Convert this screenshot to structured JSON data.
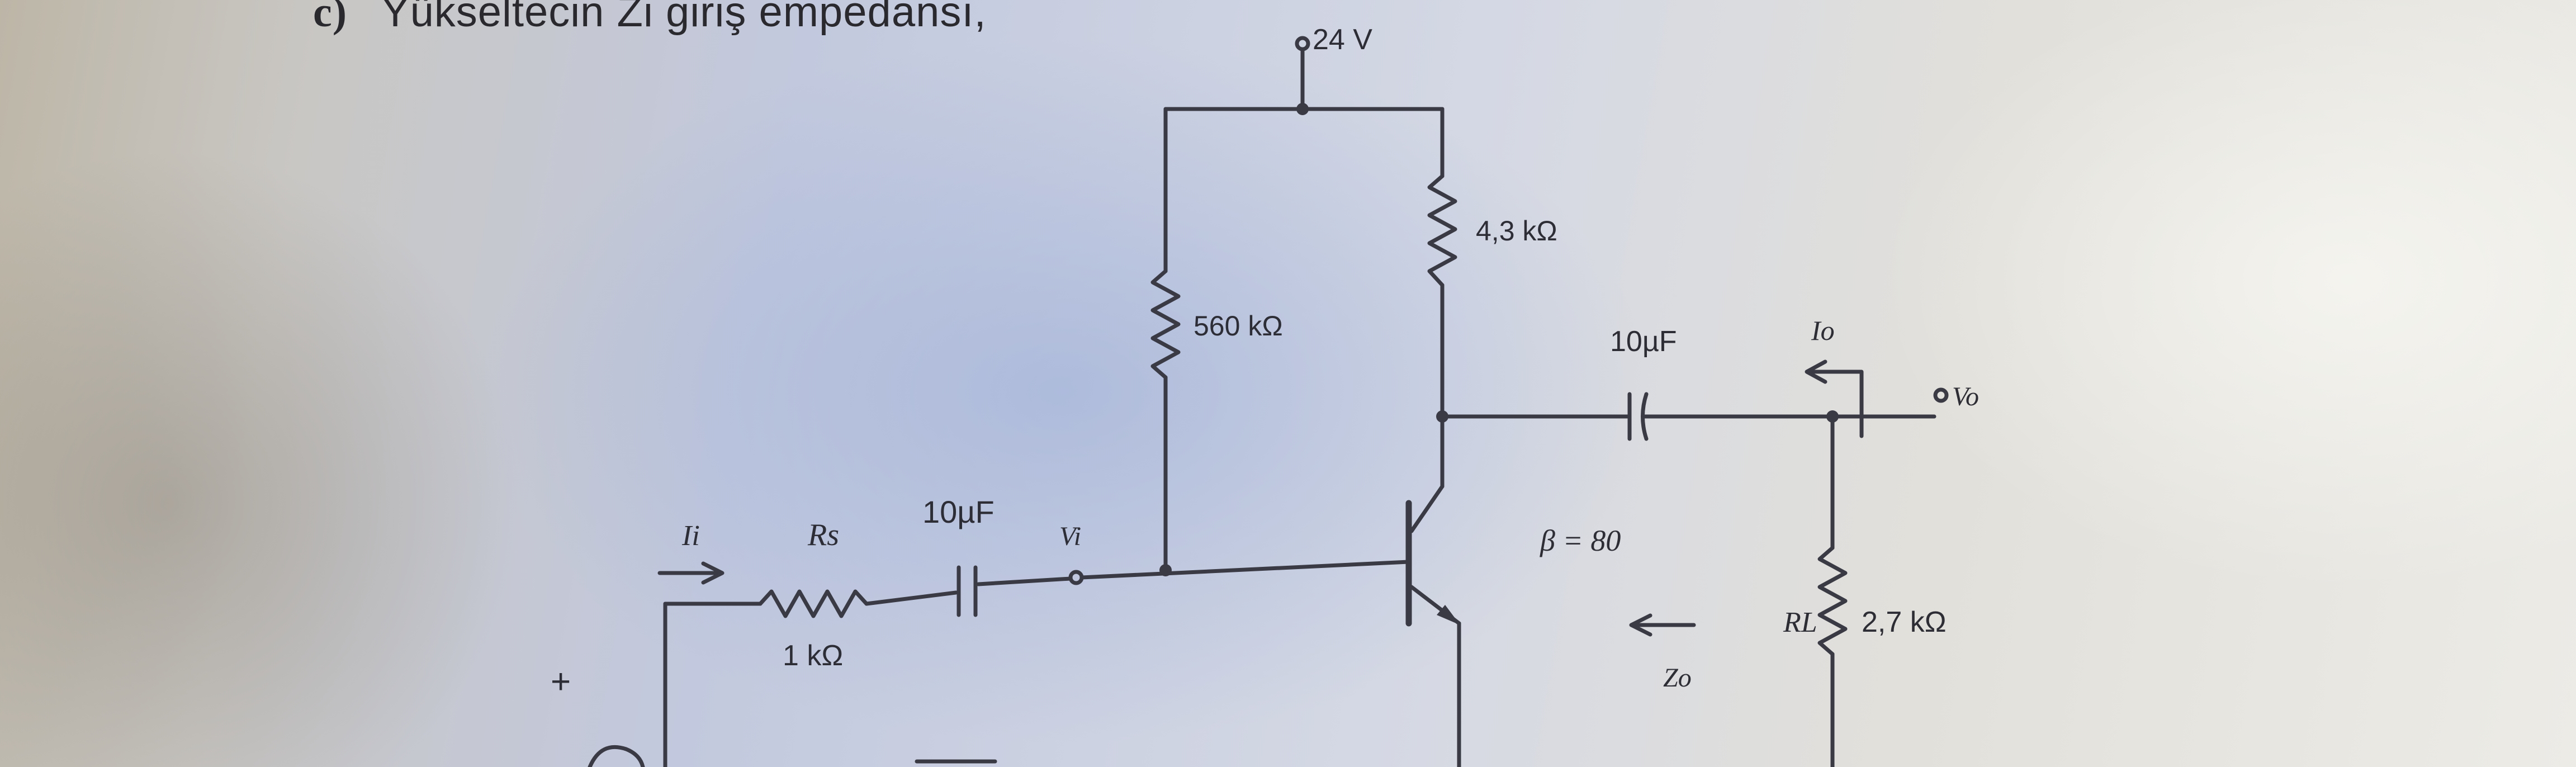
{
  "question": {
    "number": "c)",
    "text": "Yükseltecin Zi giriş empedansı,"
  },
  "circuit": {
    "supply_label": "24 V",
    "rb_label": "560 kΩ",
    "rc_label": "4,3 kΩ",
    "rs_symbol": "Rs",
    "rs_value": "1 kΩ",
    "cin_label": "10µF",
    "cout_label": "10µF",
    "ii_label": "Ii",
    "vi_label": "Vi",
    "io_label": "Io",
    "vo_label": "Vo",
    "beta_label": "β = 80",
    "rl_symbol": "RL",
    "rl_value": "2,7 kΩ",
    "zo_label": "Zo",
    "plus_label": "+"
  },
  "colors": {
    "ink": "#2d2d35",
    "wire": "#3a3a44"
  }
}
